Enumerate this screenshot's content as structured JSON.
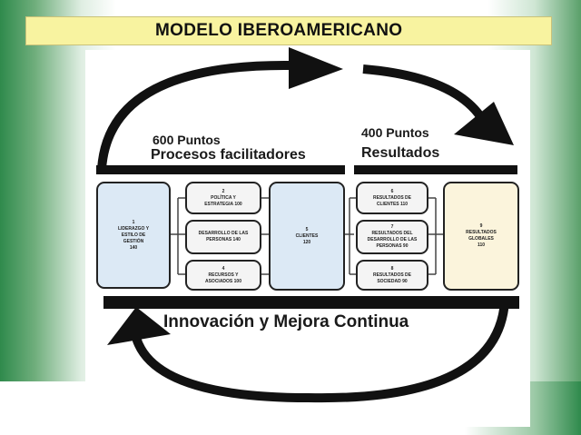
{
  "title": "MODELO IBEROAMERICANO",
  "left_header": {
    "points": "600 Puntos",
    "label": "Procesos facilitadores"
  },
  "right_header": {
    "points": "400 Puntos",
    "label": "Resultados"
  },
  "boxes": {
    "liderazgo": [
      "1",
      "LIDERAZGO Y",
      "ESTILO DE",
      "GESTIÓN",
      "140"
    ],
    "politica": [
      "2",
      "POLÍTICA Y",
      "ESTRATEGIA 100"
    ],
    "personas": [
      "DESARROLLO DE LAS",
      "PERSONAS 140"
    ],
    "recursos": [
      "4",
      "RECURSOS Y",
      "ASOCIADOS 100"
    ],
    "clientes": [
      "5",
      "CLIENTES",
      "120"
    ],
    "res_clientes": [
      "6",
      "RESULTADOS DE",
      "CLIENTES 110"
    ],
    "res_personas": [
      "7",
      "RESULTADOS DEL",
      "DESARROLLO DE LAS",
      "PERSONAS 90"
    ],
    "res_sociedad": [
      "8",
      "RESULTADOS DE",
      "SOCIEDAD 90"
    ],
    "res_globales": [
      "9",
      "RESULTADOS",
      "GLOBALES",
      "110"
    ]
  },
  "bottom_label": "Innovación y Mejora Continua",
  "colors": {
    "banner": "#f8f3a0",
    "blue_box": "#dce9f5",
    "cream_box": "#fbf4dc",
    "arrow": "#111111",
    "green": "#2f8a4c"
  }
}
